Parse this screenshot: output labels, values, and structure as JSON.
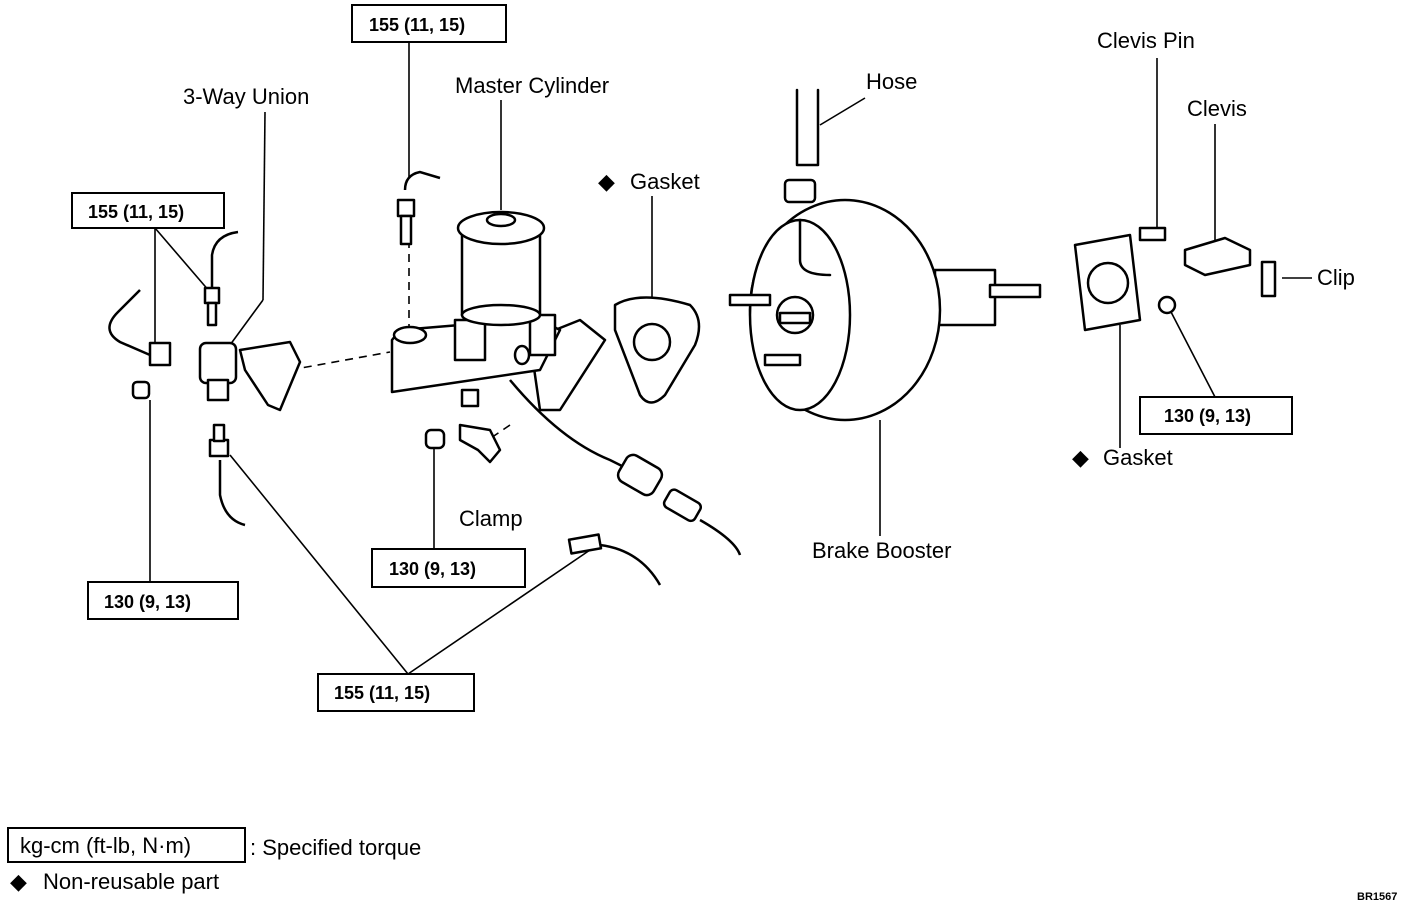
{
  "labels": {
    "three_way_union": "3-Way Union",
    "master_cylinder": "Master Cylinder",
    "gasket_mc": "Gasket",
    "hose": "Hose",
    "clevis_pin": "Clevis Pin",
    "clevis": "Clevis",
    "clip": "Clip",
    "gasket_booster": "Gasket",
    "clamp": "Clamp",
    "brake_booster": "Brake Booster"
  },
  "torques": {
    "top_line": "155 (11, 15)",
    "union_line": "155 (11, 15)",
    "booster_nut": "130 (9, 13)",
    "mc_nut": "130 (9, 13)",
    "union_nut": "130 (9, 13)",
    "bottom_lines": "155 (11, 15)"
  },
  "legend": {
    "torque_unit": "kg-cm (ft-lb, N·m)",
    "torque_desc": ": Specified torque",
    "diamond": "◆",
    "nonreusable": "Non-reusable part"
  },
  "figure_code": "BR1567"
}
